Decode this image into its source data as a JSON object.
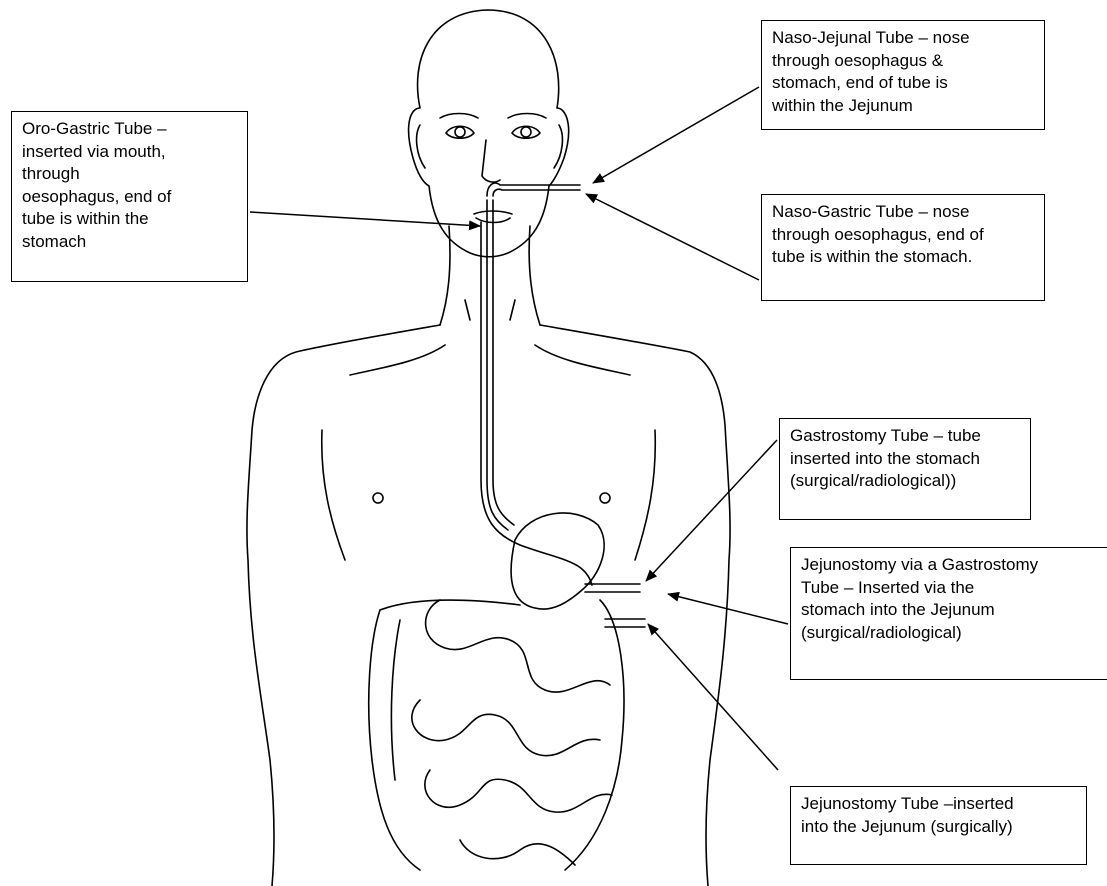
{
  "labels": {
    "oro_gastric": [
      "Oro-Gastric Tube –",
      "inserted via mouth,",
      "through",
      "oesophagus, end of",
      "tube is within the",
      "stomach"
    ],
    "naso_jejunal": [
      "Naso-Jejunal Tube – nose",
      "through oesophagus &",
      "stomach, end of tube is",
      "within the Jejunum"
    ],
    "naso_gastric": [
      "Naso-Gastric Tube – nose",
      "through oesophagus, end of",
      "tube is within the stomach."
    ],
    "gastrostomy": [
      "Gastrostomy Tube – tube",
      "inserted into the stomach",
      "(surgical/radiological))"
    ],
    "jejunostomy_via_gastrostomy": [
      "Jejunostomy via a Gastrostomy",
      "Tube – Inserted via the",
      "stomach into the Jejunum",
      "(surgical/radiological)"
    ],
    "jejunostomy": [
      "Jejunostomy Tube –inserted",
      "into the Jejunum (surgically)"
    ]
  },
  "colors": {
    "line": "#000000",
    "background": "#ffffff"
  }
}
